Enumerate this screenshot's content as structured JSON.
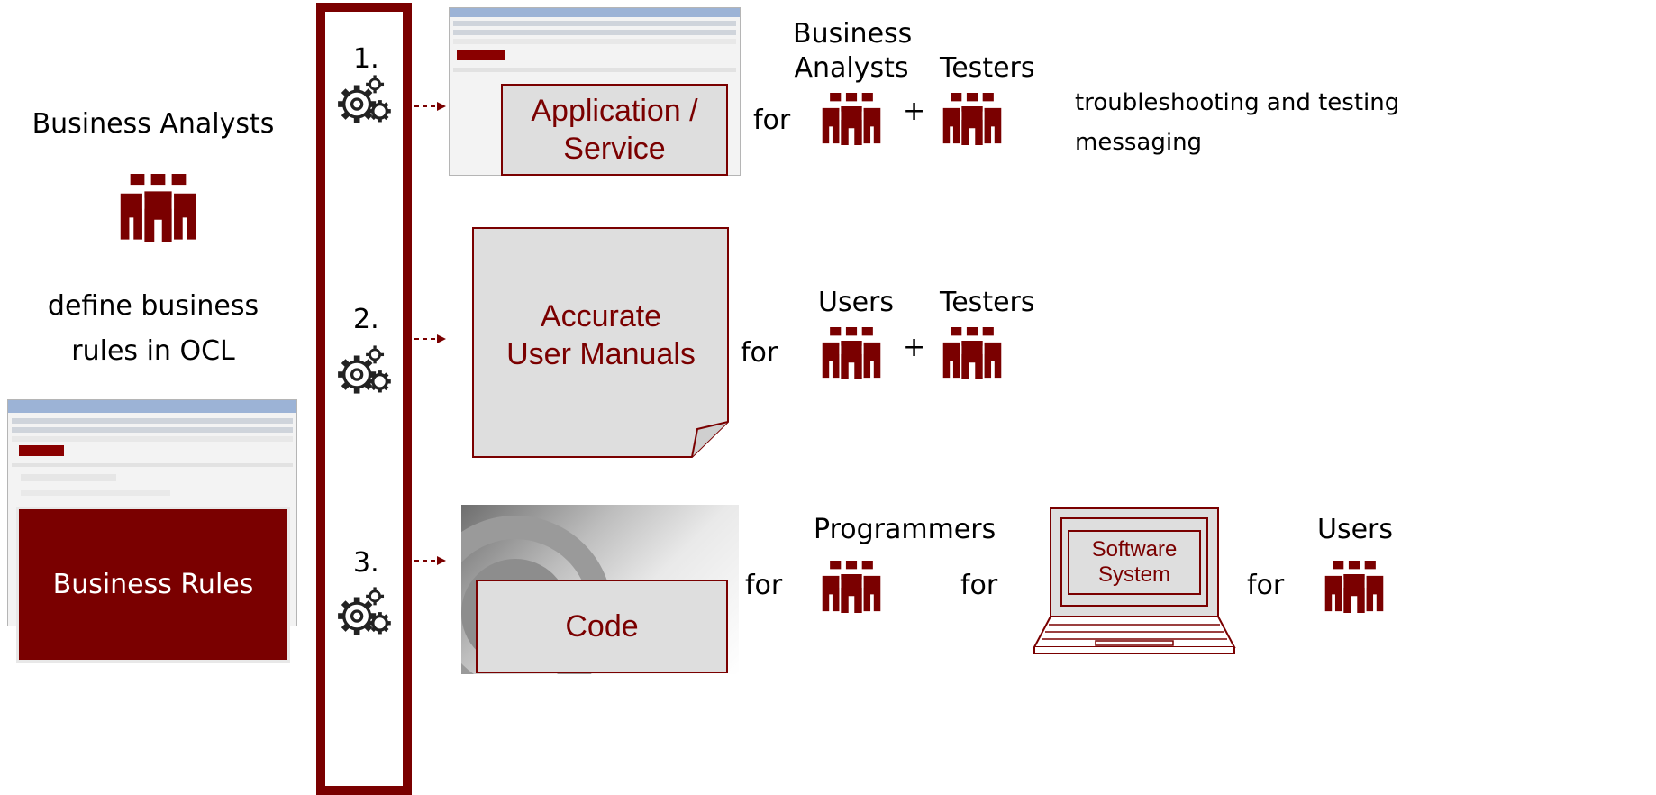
{
  "left": {
    "title": "Business Analysts",
    "caption_line1": "define business",
    "caption_line2": "rules in OCL",
    "rules_box": "Business Rules"
  },
  "steps": [
    {
      "number": "1.",
      "box_line1": "Application /",
      "box_line2": "Service",
      "for": "for"
    },
    {
      "number": "2.",
      "box_line1": "Accurate",
      "box_line2": "User Manuals",
      "for": "for"
    },
    {
      "number": "3.",
      "box_line1": "Code",
      "for1": "for",
      "for2": "for",
      "for3": "for"
    }
  ],
  "row1": {
    "group1_line1": "Business",
    "group1_line2": "Analysts",
    "plus": "+",
    "group2": "Testers",
    "note_line1": "troubleshooting and testing",
    "note_line2": "messaging"
  },
  "row2": {
    "group1": "Users",
    "plus": "+",
    "group2": "Testers"
  },
  "row3": {
    "group1": "Programmers",
    "system_line1": "Software",
    "system_line2": "System",
    "group2": "Users"
  },
  "colors": {
    "brand": "#7a0000",
    "box_fill": "#dedede"
  },
  "icons": [
    "people-group-icon",
    "gears-icon",
    "laptop-icon",
    "arrow-right-icon"
  ]
}
